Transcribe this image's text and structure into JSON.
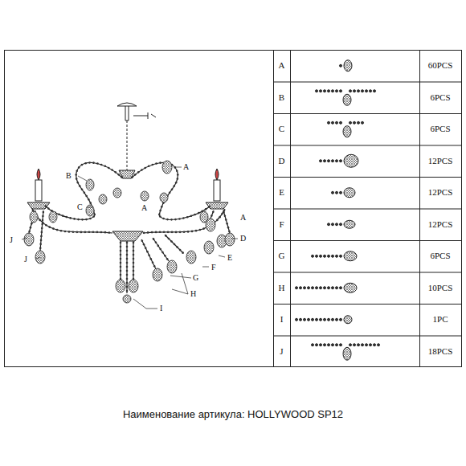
{
  "diagram": {
    "caption": "Наименование артикула: HOLLYWOOD SP12",
    "labels": [
      "A",
      "B",
      "C",
      "A",
      "A",
      "D",
      "E",
      "F",
      "G",
      "H",
      "I",
      "J",
      "J",
      "A",
      "60PCS",
      "B",
      "6PCS",
      "C",
      "6PCS",
      "D",
      "12PCS",
      "E",
      "12PCS",
      "F",
      "12PCS",
      "G",
      "6PCS",
      "H",
      "10PCS",
      "I",
      "1PC",
      "J",
      "18PCS"
    ]
  }
}
